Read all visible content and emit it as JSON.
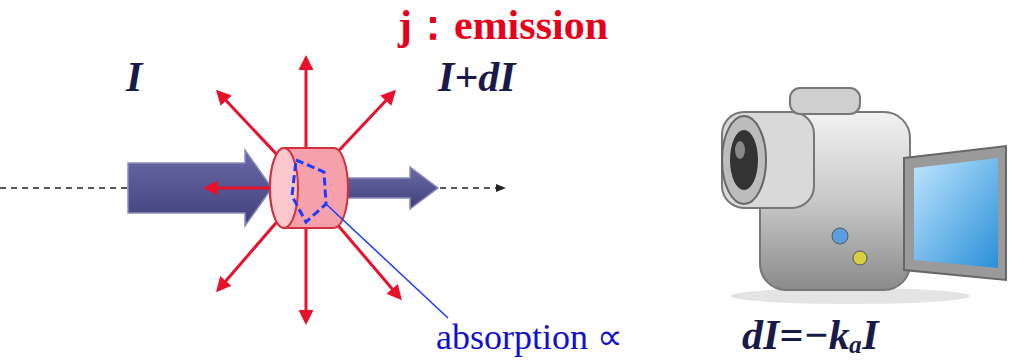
{
  "diagram": {
    "labels": [
      "j：emission",
      "I",
      "I+dI",
      "absorption ∝",
      "dI=−kₐI"
    ]
  }
}
